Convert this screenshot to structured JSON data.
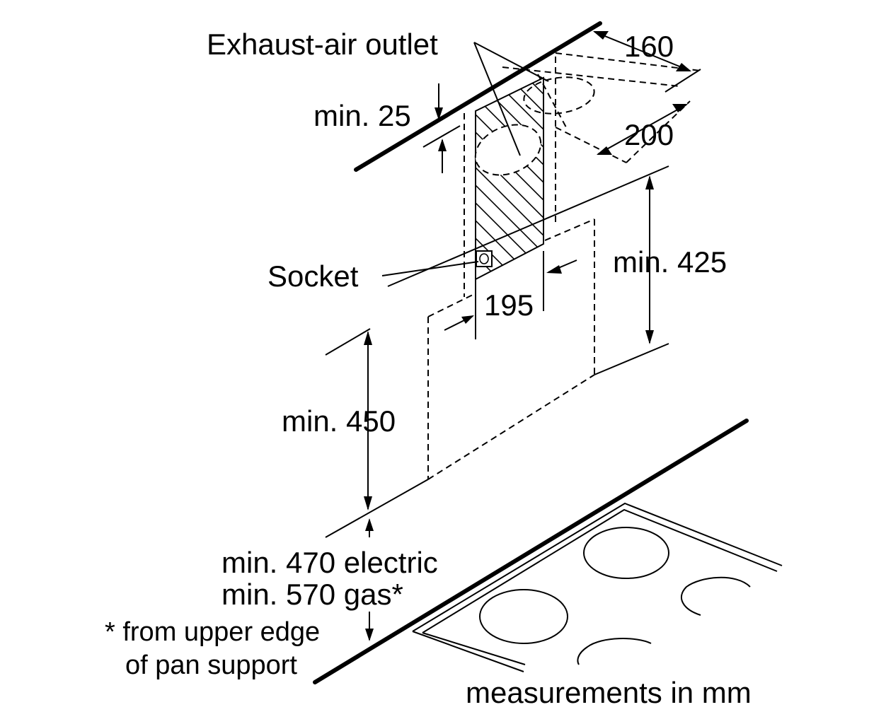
{
  "labels": {
    "exhaust_outlet": "Exhaust-air outlet",
    "dim_160": "160",
    "dim_200": "200",
    "min_25": "min. 25",
    "min_425": "min. 425",
    "socket": "Socket",
    "dim_195": "195",
    "min_450": "min. 450",
    "min_470": "min. 470 electric",
    "min_570": "min. 570 gas*",
    "footnote_line1": "* from upper edge",
    "footnote_line2": "of pan support",
    "units": "measurements in mm"
  },
  "colors": {
    "ink": "#000000",
    "background": "#ffffff"
  }
}
